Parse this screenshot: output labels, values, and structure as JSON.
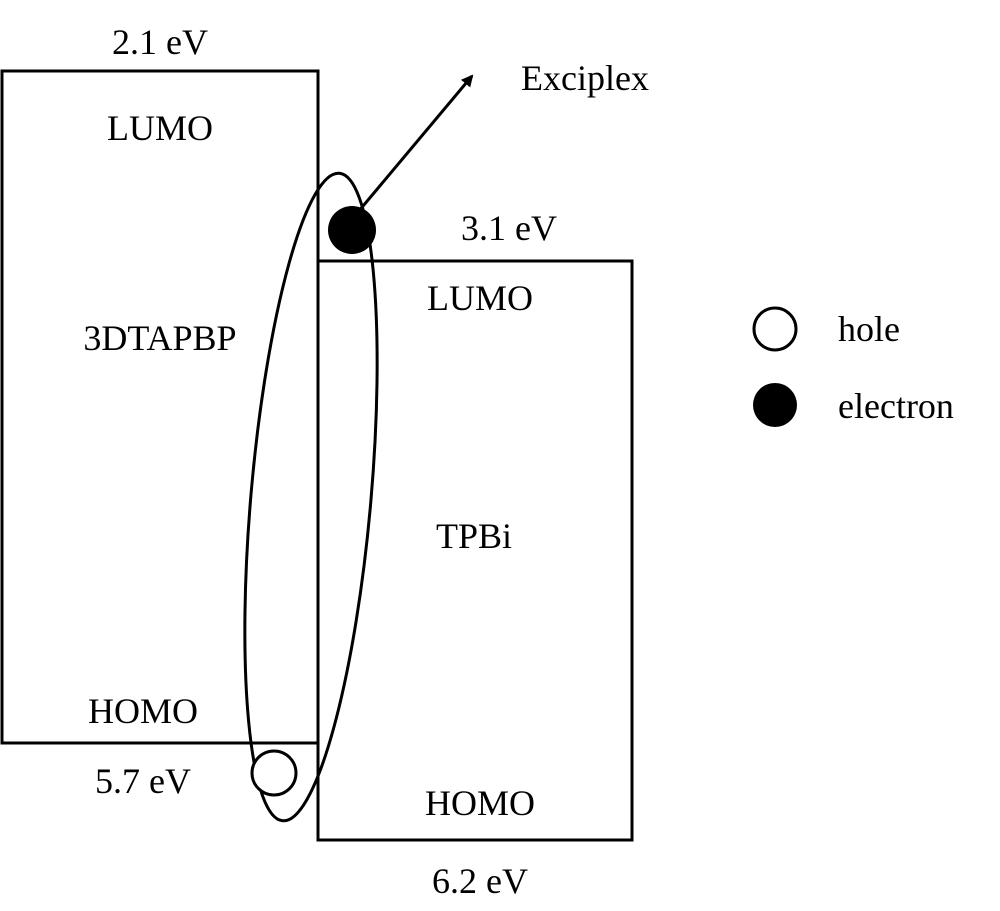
{
  "material_left": {
    "name": "3DTAPBP",
    "lumo_label": "LUMO",
    "homo_label": "HOMO",
    "lumo_energy": "2.1 eV",
    "homo_energy": "5.7 eV"
  },
  "material_right": {
    "name": "TPBi",
    "lumo_label": "LUMO",
    "homo_label": "HOMO",
    "lumo_energy": "3.1 eV",
    "homo_energy": "6.2 eV"
  },
  "exciplex_label": "Exciplex",
  "legend": {
    "hole_label": "hole",
    "electron_label": "electron"
  }
}
